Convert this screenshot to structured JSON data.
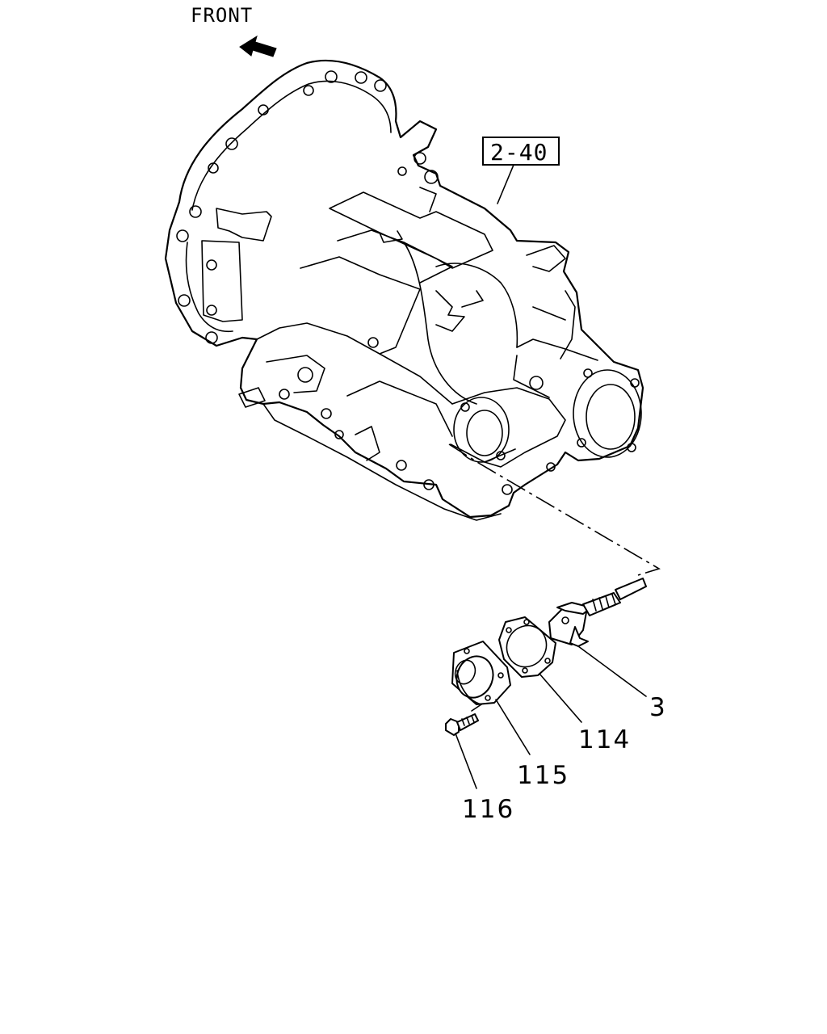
{
  "diagram": {
    "front_label": "FRONT",
    "reference_box": "2-40",
    "callouts": {
      "part_3": "3",
      "part_114": "114",
      "part_115": "115",
      "part_116": "116"
    }
  }
}
